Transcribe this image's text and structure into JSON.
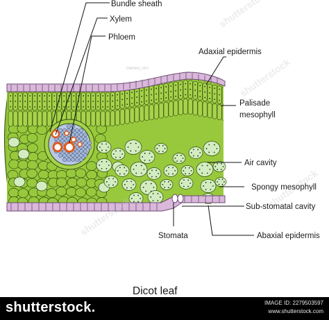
{
  "diagram": {
    "title": "Dicot leaf",
    "labels": {
      "bundle_sheath": "Bundle sheath",
      "xylem": "Xylem",
      "phloem": "Phloem",
      "adaxial_epidermis": "Adaxial epidermis",
      "palisade_mesophyll_line1": "Palisade",
      "palisade_mesophyll_line2": "mesophyll",
      "air_cavity": "Air cavity",
      "spongy_mesophyll": "Spongy mesophyll",
      "sub_stomatal_cavity": "Sub-stomatal cavity",
      "stomata": "Stomata",
      "abaxial_epidermis": "Abaxial epidermis"
    },
    "colors": {
      "epidermis": "#d9b8dc",
      "epidermis_stroke": "#6b4a70",
      "leaf_margin": "#8dbf3a",
      "palisade": "#a7d24a",
      "spongy_light": "#d3ecc1",
      "mesophyll_green": "#98c93c",
      "vascular_blue": "#9fb3d6",
      "xylem_ring": "#e25a1c",
      "cell_stroke": "#2f4d0f",
      "footer_bg": "#000000"
    }
  },
  "watermarks": {
    "diagonal_text": "shutterstock",
    "author_tag": "Gemini_007"
  },
  "footer": {
    "brand": "shutterstock",
    "brand_suffix": ".",
    "image_id_label": "IMAGE ID: 2279503597",
    "site": "www.shutterstock.com"
  }
}
